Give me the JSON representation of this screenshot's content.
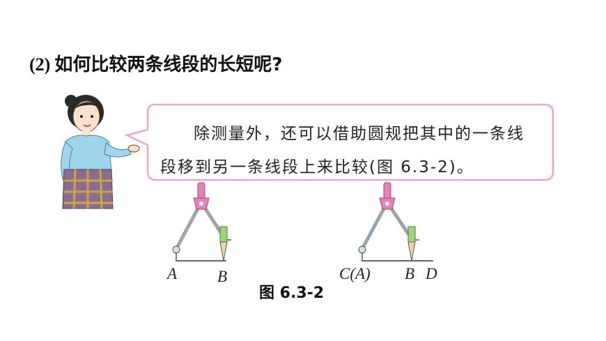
{
  "question": {
    "number": "(2)",
    "text": "如何比较两条线段的长短呢?"
  },
  "bubble": {
    "line1": "除测量外，还可以借助圆规把其中的一条线",
    "line2": "段移到另一条线段上来比较(图 6.3-2)。"
  },
  "figure": {
    "left_labels": {
      "a": "A",
      "b": "B"
    },
    "right_labels": {
      "c": "C(A)",
      "b": "B",
      "d": "D"
    },
    "caption": "图 6.3-2"
  },
  "colors": {
    "bubble_border": "#e9a7cf",
    "compass_top": "#e383b6",
    "pencil_green": "#9fd37c",
    "girl_shirt": "#9fd6ee",
    "girl_skirt": "#8b6d8e"
  },
  "icons": {
    "girl": "teacher-girl-illustration",
    "compass": "compass-icon"
  }
}
